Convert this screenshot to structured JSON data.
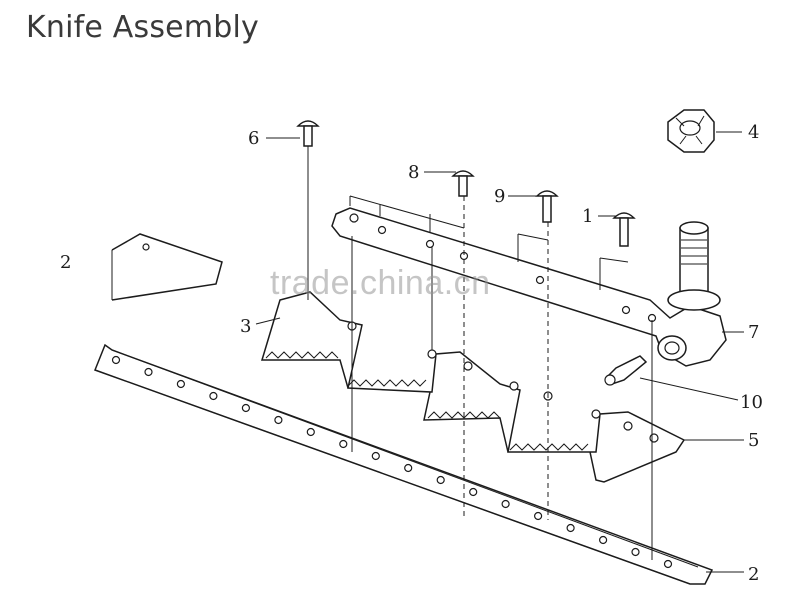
{
  "title": "Knife Assembly",
  "watermark": "trade.china.cn",
  "callouts": [
    {
      "id": "c6",
      "label": "6",
      "part": "rivet"
    },
    {
      "id": "c8",
      "label": "8",
      "part": "rivet"
    },
    {
      "id": "c9",
      "label": "9",
      "part": "rivet"
    },
    {
      "id": "c1",
      "label": "1",
      "part": "rivet"
    },
    {
      "id": "c4",
      "label": "4",
      "part": "castle nut"
    },
    {
      "id": "c2a",
      "label": "2",
      "part": "knife back bar (partial)"
    },
    {
      "id": "c3",
      "label": "3",
      "part": "knife section"
    },
    {
      "id": "c7",
      "label": "7",
      "part": "knife head"
    },
    {
      "id": "c10",
      "label": "10",
      "part": "grease fitting"
    },
    {
      "id": "c5",
      "label": "5",
      "part": "knife sections row"
    },
    {
      "id": "c2b",
      "label": "2",
      "part": "knife back bar"
    }
  ],
  "colors": {
    "line": "#1c1c1c",
    "title": "#3a3a3a",
    "watermark": "#969696"
  }
}
